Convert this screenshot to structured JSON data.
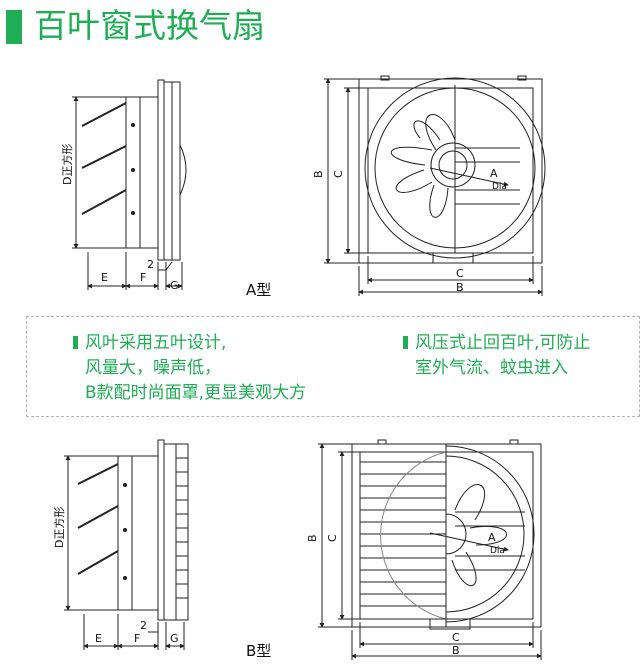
{
  "title": "百叶窗式换气扇",
  "features": {
    "left": [
      "风叶采用五叶设计,",
      "风量大，噪声低，",
      "B款配时尚面罩,更显美观大方"
    ],
    "right": [
      "风压式止回百叶,可防止",
      "室外气流、蚊虫进入"
    ]
  },
  "diagram_a": {
    "type_label": "A型",
    "side_labels": {
      "d": "D正方形",
      "e": "E",
      "f": "F",
      "g": "G",
      "two": "2"
    },
    "front_labels": {
      "b_vert": "B",
      "c_vert": "C",
      "c_horiz": "C",
      "b_horiz": "B",
      "a": "A",
      "dia": "Dia"
    }
  },
  "diagram_b": {
    "type_label": "B型",
    "side_labels": {
      "d": "D正方形",
      "e": "E",
      "f": "F",
      "g": "G",
      "two": "2"
    },
    "front_labels": {
      "b_vert": "B",
      "c_vert": "C",
      "c_horiz": "C",
      "b_horiz": "B",
      "a": "A",
      "dia": "Dia"
    }
  },
  "colors": {
    "accent": "#1fae55",
    "line": "#222222"
  }
}
